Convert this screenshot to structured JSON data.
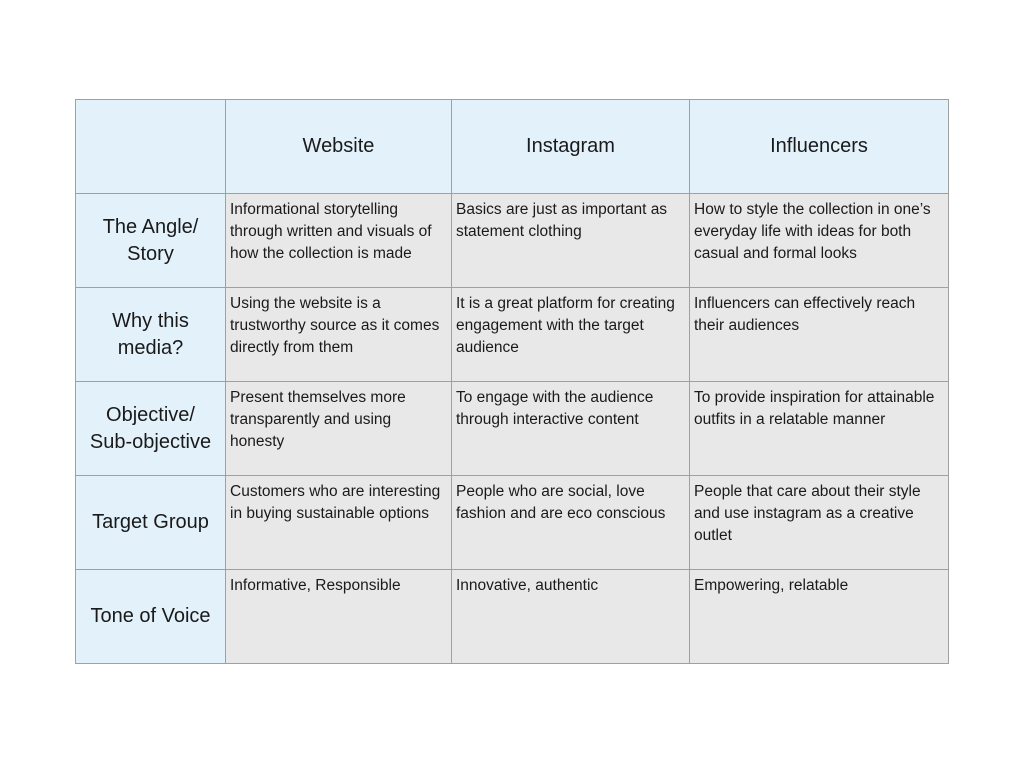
{
  "slide": {
    "background": "#ffffff"
  },
  "table": {
    "colors": {
      "header_bg": "#e3f1fb",
      "cell_bg": "#e8e8e8",
      "border": "#a0a0a0",
      "text": "#1a1a1a"
    },
    "header": [
      "",
      "Website",
      "Instagram",
      "Influencers"
    ],
    "rows": [
      {
        "label": "The Angle/\nStory",
        "cells": [
          "Informational storytelling through written and visuals of how the collection is made",
          "Basics are just as important as statement clothing",
          "How to style the collection in one’s everyday life with ideas for both casual and formal looks"
        ]
      },
      {
        "label": "Why this\nmedia?",
        "cells": [
          "Using the website is a trustworthy source as it comes directly from them",
          "It is a great platform for creating engagement with the target audience",
          "Influencers can effectively reach their audiences"
        ]
      },
      {
        "label": "Objective/\nSub-objective",
        "cells": [
          "Present themselves more transparently and using honesty",
          "To engage with the audience through interactive content",
          "To provide inspiration for attainable outfits in a relatable manner"
        ]
      },
      {
        "label": "Target Group",
        "cells": [
          "Customers who are interesting in buying sustainable options",
          "People who are social, love fashion and are eco conscious",
          "People that care about their style and use instagram as a creative outlet"
        ]
      },
      {
        "label": "Tone of Voice",
        "cells": [
          "Informative, Responsible",
          "Innovative, authentic",
          "Empowering, relatable"
        ]
      }
    ]
  }
}
